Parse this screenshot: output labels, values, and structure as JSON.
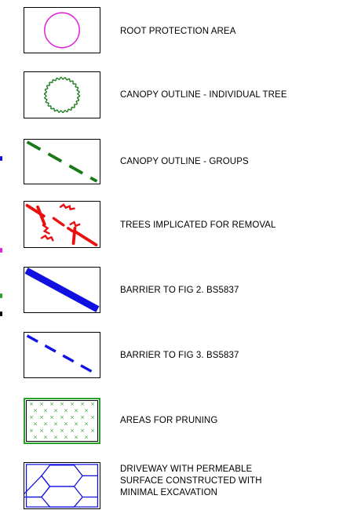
{
  "legend": {
    "items": [
      {
        "symbol": "pink-circle-icon",
        "label": "ROOT PROTECTION AREA",
        "color": "#e020d8"
      },
      {
        "symbol": "green-wavy-circle-icon",
        "label": "CANOPY OUTLINE - INDIVIDUAL TREE",
        "color": "#1a7a1a"
      },
      {
        "symbol": "green-dashed-line-icon",
        "label": "CANOPY OUTLINE - GROUPS",
        "color": "#1a7a1a"
      },
      {
        "symbol": "red-removal-marks-icon",
        "label": "TREES IMPLICATED FOR REMOVAL",
        "color": "#e81010"
      },
      {
        "symbol": "blue-solid-line-icon",
        "label": "BARRIER TO FIG 2. BS5837",
        "color": "#1010e0"
      },
      {
        "symbol": "blue-dashed-line-icon",
        "label": "BARRIER TO FIG 3. BS5837",
        "color": "#1010e0"
      },
      {
        "symbol": "green-pruning-area-icon",
        "label": "AREAS FOR PRUNING",
        "color": "#2aa02a"
      },
      {
        "symbol": "blue-hexagon-grid-icon",
        "label_lines": [
          "DRIVEWAY WITH PERMEABLE",
          "SURFACE CONSTRUCTED WITH",
          "MINIMAL EXCAVATION"
        ],
        "color": "#1010e0"
      }
    ]
  }
}
